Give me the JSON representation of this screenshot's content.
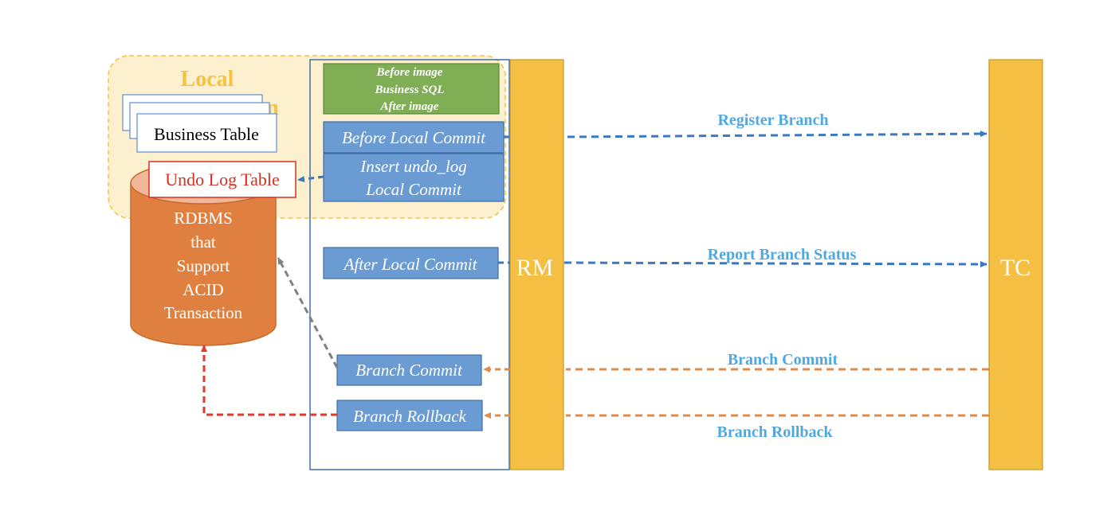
{
  "local_region": {
    "title": "Local",
    "hidden_suffix": "n"
  },
  "tables": {
    "business_table": "Business Table",
    "undo_log_table": "Undo Log Table"
  },
  "database": {
    "lines": [
      "RDBMS",
      "that",
      "Support",
      "ACID",
      "Transaction"
    ]
  },
  "rm_steps": {
    "sql_block": [
      "Before image",
      "Business SQL",
      "After image"
    ],
    "before_local_commit": "Before Local Commit",
    "insert_undo_log": [
      "Insert undo_log",
      "Local Commit"
    ],
    "after_local_commit": "After Local Commit",
    "branch_commit": "Branch Commit",
    "branch_rollback": "Branch Rollback"
  },
  "participants": {
    "rm": "RM",
    "tc": "TC"
  },
  "messages": {
    "register_branch": "Register Branch",
    "report_branch_status": "Report Branch Status",
    "branch_commit": "Branch Commit",
    "branch_rollback": "Branch Rollback"
  },
  "colors": {
    "local_fill": "#FDF0CF",
    "local_border": "#F5C242",
    "local_title": "#F5C242",
    "bar_fill": "#F4BF42",
    "bar_border": "#C9962A",
    "step_fill": "#6A9BD3",
    "step_border": "#3E6FA8",
    "sql_fill": "#7FAE55",
    "sql_border": "#5B8A3A",
    "db_fill": "#E08040",
    "db_top": "#F0B898",
    "db_border": "#C86A2A",
    "blue_arrow": "#3A78C2",
    "orange_arrow": "#E08A4A",
    "gray_arrow": "#808080",
    "red_arrow": "#E03A2A",
    "label_blue": "#4FA8E0",
    "undo_red": "#D83020"
  }
}
